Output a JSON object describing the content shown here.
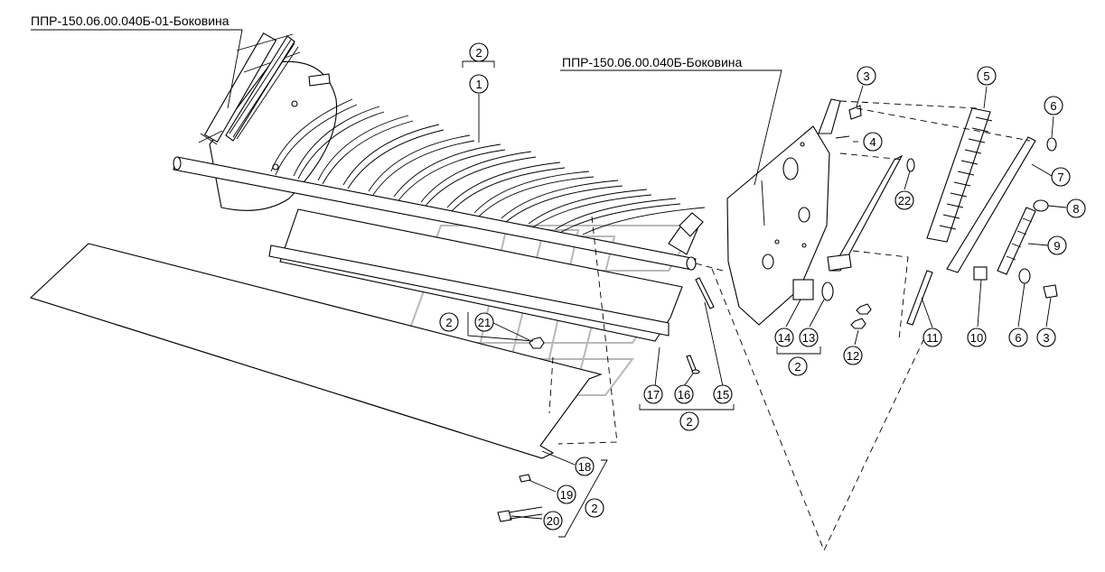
{
  "drawing": {
    "label_left": "ППР-150.06.00.040Б-01-Боковина",
    "label_right": "ППР-150.06.00.040Б-Боковина"
  },
  "callouts": [
    {
      "n": "1"
    },
    {
      "n": "2"
    },
    {
      "n": "3"
    },
    {
      "n": "4"
    },
    {
      "n": "5"
    },
    {
      "n": "6"
    },
    {
      "n": "7"
    },
    {
      "n": "8"
    },
    {
      "n": "9"
    },
    {
      "n": "22"
    },
    {
      "n": "14"
    },
    {
      "n": "13"
    },
    {
      "n": "2"
    },
    {
      "n": "12"
    },
    {
      "n": "11"
    },
    {
      "n": "10"
    },
    {
      "n": "6"
    },
    {
      "n": "3"
    },
    {
      "n": "2"
    },
    {
      "n": "21"
    },
    {
      "n": "17"
    },
    {
      "n": "16"
    },
    {
      "n": "15"
    },
    {
      "n": "2"
    },
    {
      "n": "18"
    },
    {
      "n": "19"
    },
    {
      "n": "20"
    },
    {
      "n": "2"
    }
  ],
  "colors": {
    "line": "#000000",
    "background": "#ffffff",
    "watermark": "#b8b8b8"
  }
}
